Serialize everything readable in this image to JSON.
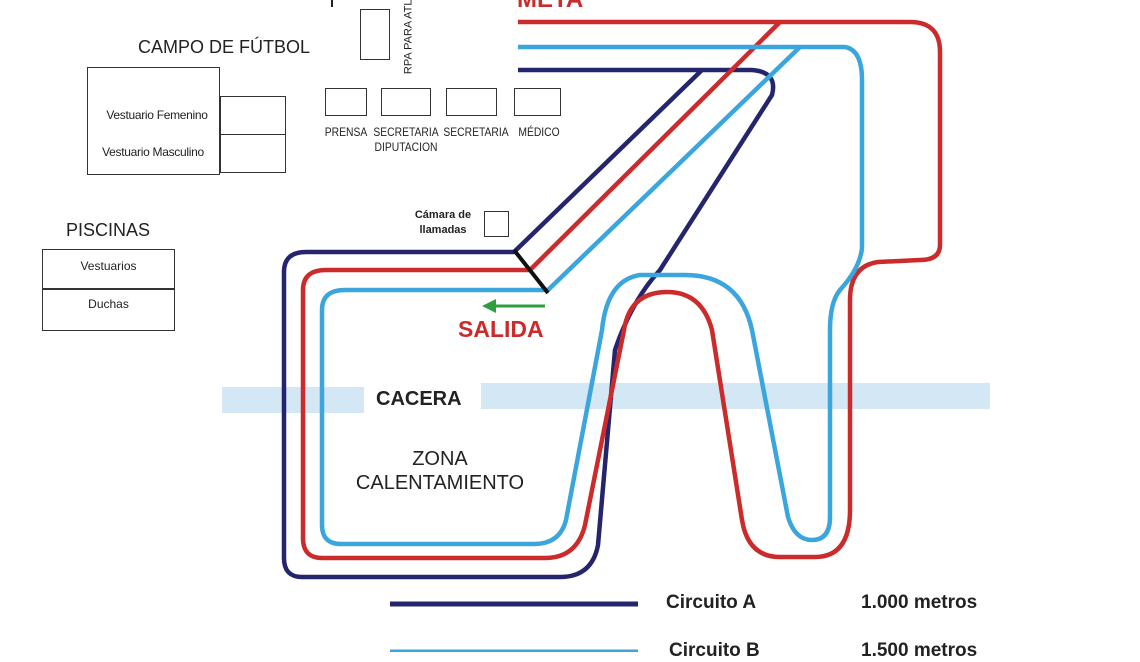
{
  "labels": {
    "meta": "META",
    "salida": "SALIDA",
    "cacera": "CACERA",
    "zona_line1": "ZONA",
    "zona_line2": "CALENTAMIENTO",
    "campo": "CAMPO DE FÚTBOL",
    "vest_fem": "Vestuario Femenino",
    "vest_masc": "Vestuario Masculino",
    "piscinas": "PISCINAS",
    "vestuarios": "Vestuarios",
    "duchas": "Duchas",
    "carpa": "CARPA PARA ATLETAS",
    "camara_line1": "Cámara de",
    "camara_line2": "llamadas",
    "prensa": "PRENSA",
    "secretaria_dip_line1": "SECRETARIA",
    "secretaria_dip_line2": "DIPUTACION",
    "secretaria": "SECRETARIA",
    "medico": "MÉDICO"
  },
  "legend": [
    {
      "name": "Circuito A",
      "distance": "1.000 metros",
      "color": "#25256e"
    },
    {
      "name": "Circuito B",
      "distance": "1.500 metros",
      "color": "#3aa6dd"
    }
  ],
  "colors": {
    "circuit_a": "#25256e",
    "circuit_b": "#3aa6dd",
    "circuit_red": "#cc2b2b",
    "cacera_band": "#d3e7f5",
    "salida_arrow": "#2e9e3e",
    "label_red": "#cc2b2b"
  }
}
